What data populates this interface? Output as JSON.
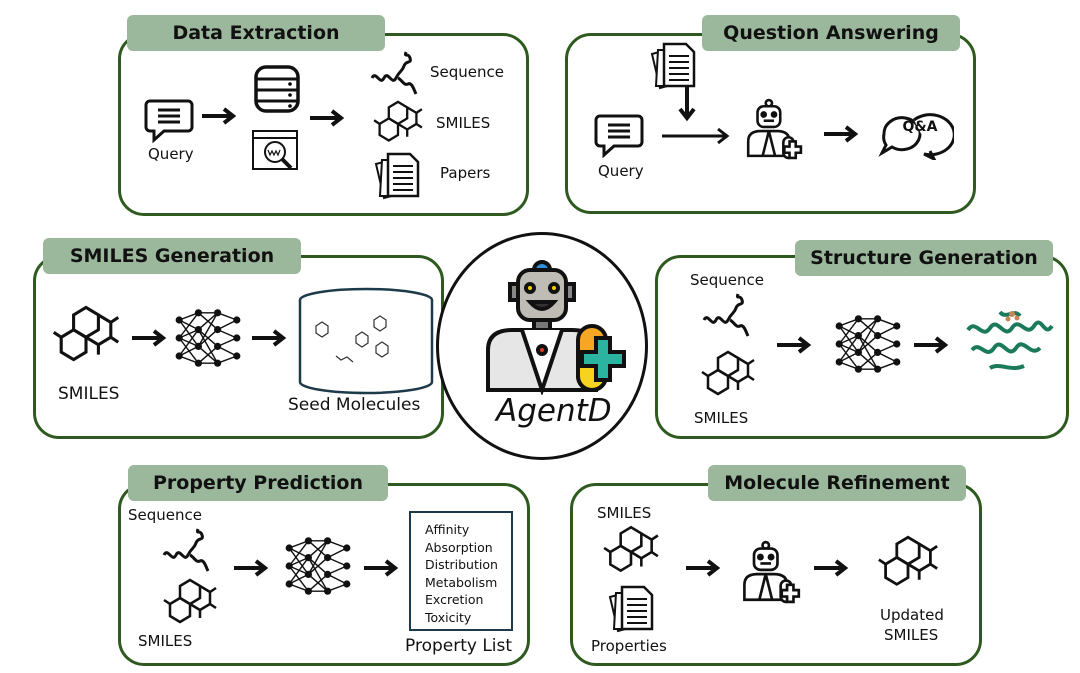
{
  "center": {
    "title": "AgentD",
    "icon": "robot-doctor-icon"
  },
  "colors": {
    "panel_border": "#2f5a1f",
    "tag_fill": "#9bb89c",
    "teal": "#2bb5a0",
    "orange": "#f5a623",
    "yellow": "#f7d21e"
  },
  "data_extraction": {
    "title": "Data Extraction",
    "query": "Query",
    "outputs": [
      "Sequence",
      "SMILES",
      "Papers"
    ]
  },
  "question_answering": {
    "title": "Question Answering",
    "query": "Query",
    "qa": "Q&A"
  },
  "smiles_generation": {
    "title": "SMILES Generation",
    "input": "SMILES",
    "output": "Seed Molecules"
  },
  "structure_generation": {
    "title": "Structure Generation",
    "inputs": [
      "Sequence",
      "SMILES"
    ]
  },
  "property_prediction": {
    "title": "Property Prediction",
    "inputs": [
      "Sequence",
      "SMILES"
    ],
    "properties": [
      "Affinity",
      "Absorption",
      "Distribution",
      "Metabolism",
      "Excretion",
      "Toxicity"
    ],
    "output": "Property List"
  },
  "molecule_refinement": {
    "title": "Molecule Refinement",
    "inputs": [
      "SMILES",
      "Properties"
    ],
    "output_line1": "Updated",
    "output_line2": "SMILES"
  }
}
